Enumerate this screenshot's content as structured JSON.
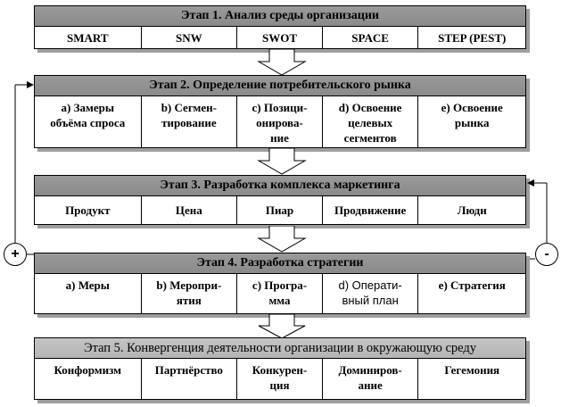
{
  "stages": [
    {
      "title": "Этап 1. Анализ среды организации",
      "cells": [
        "SMART",
        "SNW",
        "SWOT",
        "SPACE",
        "STEP (PEST)"
      ]
    },
    {
      "title": "Этап 2. Определение потребительского рынка",
      "cells": [
        "а) Замеры\nобъёма спроса",
        "b) Сегмен-\nтирование",
        "c) Позици-\nониро­ва-\nние",
        "d) Освоение\nцелевых\nсегментов",
        "e) Освоение\nрынка"
      ]
    },
    {
      "title": "Этап 3. Разработка комплекса маркетинга",
      "cells": [
        "Продукт",
        "Цена",
        "Пиар",
        "Продвижение",
        "Люди"
      ]
    },
    {
      "title": "Этап 4. Разработка стратегии",
      "cells": [
        "а) Меры",
        "b) Меропри-\nятия",
        "c) Програ-\nмма",
        "d) Операти-\nвный план",
        "e) Стратегия"
      ]
    },
    {
      "title": "Этап 5. Конвергенция деятельности организации в окружающую среду",
      "cells": [
        "Конформизм",
        "Партнёрство",
        "Конкурен-\nция",
        "Доминиров-\nание",
        "Гегемония"
      ]
    }
  ],
  "feedback": {
    "plus": "+",
    "minus": "-"
  }
}
